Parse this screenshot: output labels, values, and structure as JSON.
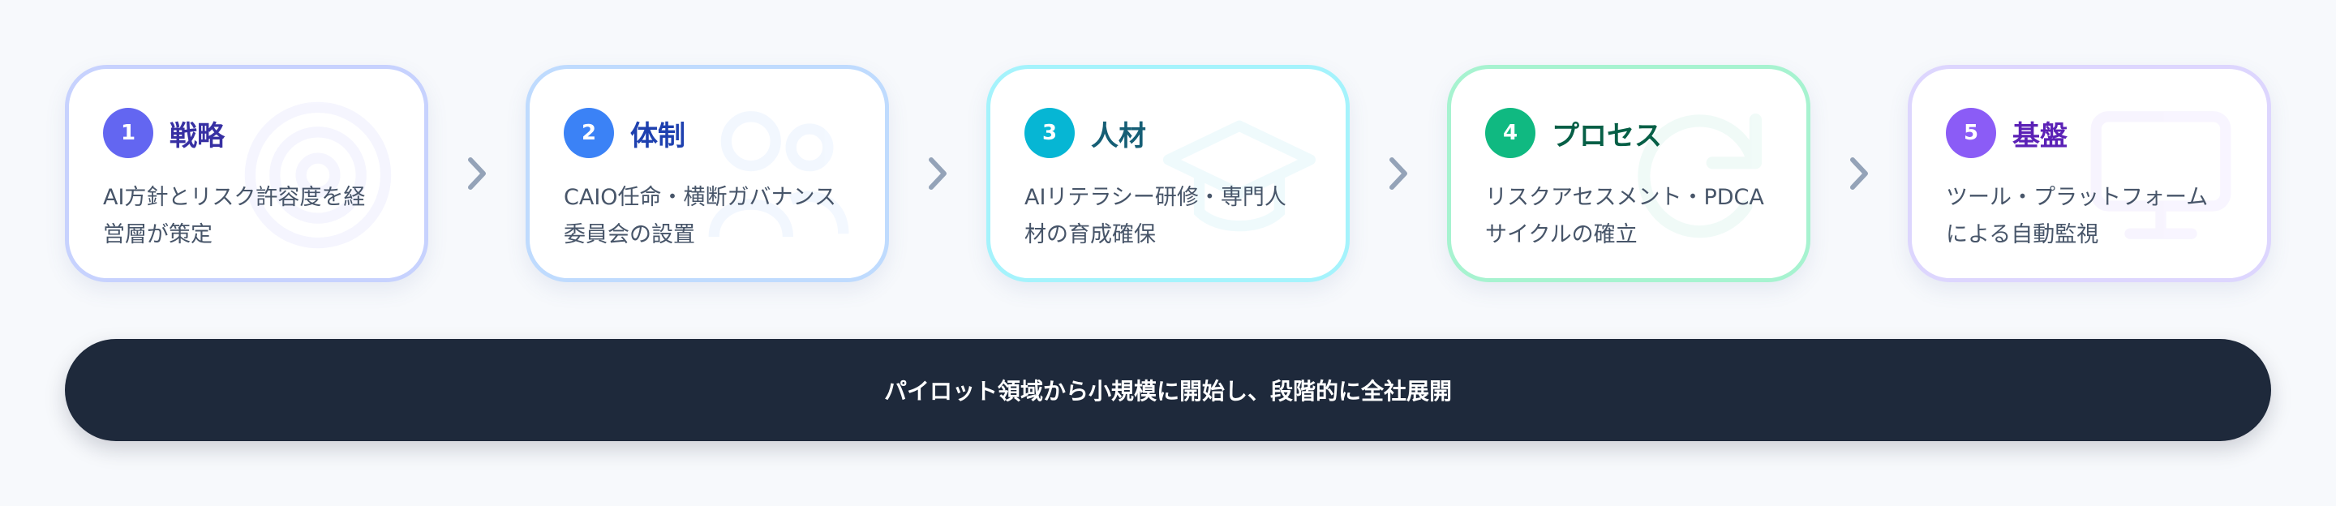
{
  "steps": [
    {
      "number": "1",
      "title": "戦略",
      "desc_lines": [
        "AI方針とリスク許容度を経",
        "営層が策定"
      ],
      "icon": "target-icon",
      "accent": "#6366f1",
      "title_color": "#3730a3",
      "border": "#c7d2fe"
    },
    {
      "number": "2",
      "title": "体制",
      "desc_lines": [
        "CAIO任命・横断ガバナンス",
        "委員会の設置"
      ],
      "icon": "people-icon",
      "accent": "#3b82f6",
      "title_color": "#1e40af",
      "border": "#bfdbfe"
    },
    {
      "number": "3",
      "title": "人材",
      "desc_lines": [
        "AIリテラシー研修・専門人",
        "材の育成確保"
      ],
      "icon": "graduation-cap-icon",
      "accent": "#06b6d4",
      "title_color": "#155e75",
      "border": "#a5f3fc"
    },
    {
      "number": "4",
      "title": "プロセス",
      "desc_lines": [
        "リスクアセスメント・PDCA",
        "サイクルの確立"
      ],
      "icon": "refresh-icon",
      "accent": "#10b981",
      "title_color": "#065f46",
      "border": "#a7f3d0"
    },
    {
      "number": "5",
      "title": "基盤",
      "desc_lines": [
        "ツール・プラットフォーム",
        "による自動監視"
      ],
      "icon": "monitor-icon",
      "accent": "#8b5cf6",
      "title_color": "#5b21b6",
      "border": "#ddd6fe"
    }
  ],
  "arrow_icon": "chevron-right-icon",
  "arrow_color": "#94a3b8",
  "banner": {
    "text": "パイロット領域から小規模に開始し、段階的に全社展開"
  }
}
